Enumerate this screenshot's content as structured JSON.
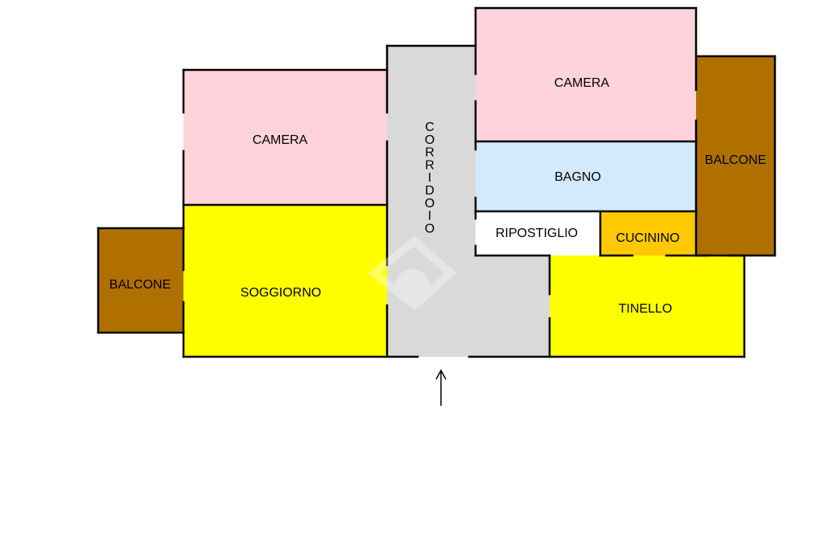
{
  "colors": {
    "camera": "#ffd3dc",
    "soggiorno": "#ffff00",
    "corridoio": "#d9d9d9",
    "bagno": "#d3e9fc",
    "ripostiglio": "#ffffff",
    "cucinino": "#ffc800",
    "tinello": "#ffff00",
    "balcone": "#b07000",
    "wall": "#000000"
  },
  "rooms": {
    "camera_left": "CAMERA",
    "soggiorno": "SOGGIORNO",
    "corridoio": "CORRIDOIO",
    "camera_right": "CAMERA",
    "bagno": "BAGNO",
    "ripostiglio": "RIPOSTIGLIO",
    "cucinino": "CUCININO",
    "tinello": "TINELLO",
    "balcone_left": "BALCONE",
    "balcone_right": "BALCONE"
  },
  "entrance": {
    "icon": "arrow-up-icon"
  }
}
